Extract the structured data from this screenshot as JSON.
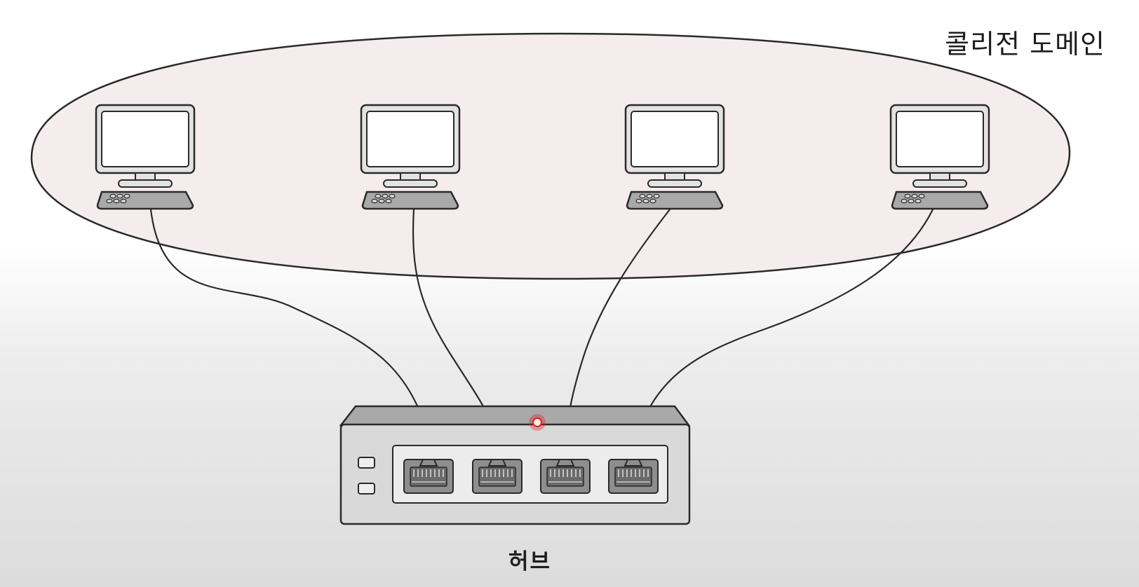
{
  "diagram": {
    "domain_label": "콜리전 도메인",
    "hub_label": "허브",
    "computers": [
      {
        "name": "computer-1"
      },
      {
        "name": "computer-2"
      },
      {
        "name": "computer-3"
      },
      {
        "name": "computer-4"
      }
    ],
    "hub_ports": 4,
    "colors": {
      "domain_fill": "#f5ecee",
      "outline": "#2a2a2a",
      "hub_body": "#d9d9d9",
      "hub_top": "#a9a9a9",
      "port": "#8e8e8e",
      "status_led": "#e02020"
    }
  }
}
